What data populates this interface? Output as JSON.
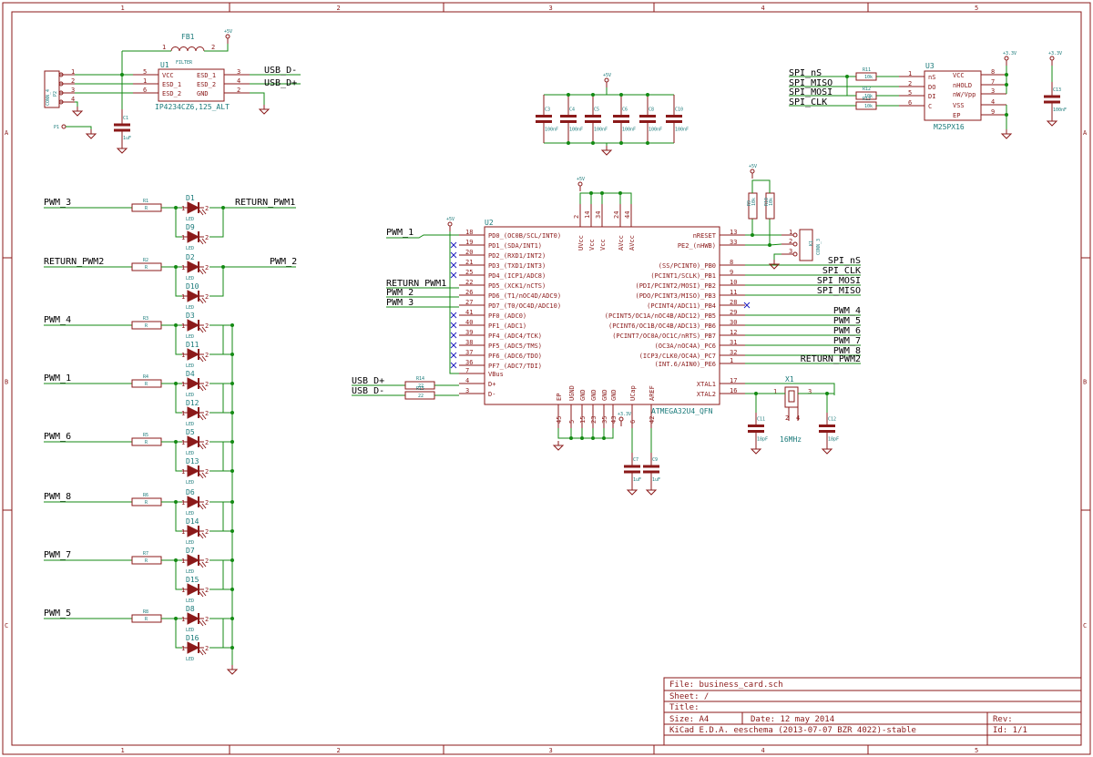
{
  "title_block": {
    "file": "File: business_card.sch",
    "sheet": "Sheet: /",
    "title": "Title:",
    "size": "Size: A4",
    "date": "Date: 12 may 2014",
    "rev": "Rev:",
    "tool": "KiCad E.D.A.  eeschema (2013-07-07 BZR 4022)-stable",
    "id": "Id: 1/1"
  },
  "border": {
    "cols": [
      "1",
      "2",
      "3",
      "4",
      "5"
    ],
    "rows": [
      "A",
      "B",
      "C"
    ]
  },
  "p2": {
    "ref": "P2",
    "value": "CONN_4",
    "pins": [
      "1",
      "2",
      "3",
      "4"
    ]
  },
  "p1": {
    "ref": "P1"
  },
  "fb1": {
    "ref": "FB1",
    "value": "FILTER",
    "pin1": "1",
    "pin2": "2"
  },
  "c1": {
    "ref": "C1",
    "value": "1uF"
  },
  "u1": {
    "ref": "U1",
    "value": "IP4234CZ6,125_ALT",
    "left_pins": [
      {
        "num": "5",
        "name": "VCC"
      },
      {
        "num": "1",
        "name": "ESD_1"
      },
      {
        "num": "6",
        "name": "ESD_2"
      }
    ],
    "right_pins": [
      {
        "num": "3",
        "name": "ESD_1"
      },
      {
        "num": "4",
        "name": "ESD_2"
      },
      {
        "num": "2",
        "name": "GND"
      }
    ],
    "net_d_minus": "USB_D-",
    "net_d_plus": "USB_D+"
  },
  "power": {
    "p5v": "+5V",
    "p33v": "+3.3V"
  },
  "decoupling": [
    {
      "ref": "C3",
      "value": "100nF"
    },
    {
      "ref": "C4",
      "value": "100nF"
    },
    {
      "ref": "C5",
      "value": "100nF"
    },
    {
      "ref": "C6",
      "value": "100nF"
    },
    {
      "ref": "C8",
      "value": "100nF"
    },
    {
      "ref": "C10",
      "value": "100nF"
    }
  ],
  "flash": {
    "ref": "U3",
    "value": "M25PX16",
    "left_pins": [
      {
        "num": "1",
        "name": "nS"
      },
      {
        "num": "2",
        "name": "DO"
      },
      {
        "num": "5",
        "name": "DI"
      },
      {
        "num": "6",
        "name": "C"
      }
    ],
    "right_pins": [
      {
        "num": "8",
        "name": "VCC"
      },
      {
        "num": "7",
        "name": "nHOLD"
      },
      {
        "num": "3",
        "name": "nW/Vpp"
      },
      {
        "num": "4",
        "name": "VSS"
      },
      {
        "num": "9",
        "name": "EP"
      }
    ],
    "nets": [
      "SPI_nS",
      "SPI_MISO",
      "SPI_MOSI",
      "SPI_CLK"
    ],
    "resistors": [
      {
        "ref": "R11",
        "value": "10k"
      },
      {
        "ref": "R12",
        "value": "10k"
      },
      {
        "ref": "R13",
        "value": "10k"
      }
    ],
    "cap": {
      "ref": "C13",
      "value": "100nF"
    }
  },
  "led_rows": [
    {
      "net": "PWM_3",
      "r": "R1",
      "rv": "R",
      "d1": "D1",
      "d2": "D9",
      "lbl": "LED",
      "out": "RETURN_PWM1"
    },
    {
      "net": "RETURN_PWM2",
      "r": "R2",
      "rv": "R",
      "d1": "D2",
      "d2": "D10",
      "lbl": "LED",
      "out": "PWM_2"
    },
    {
      "net": "PWM_4",
      "r": "R3",
      "rv": "R",
      "d1": "D3",
      "d2": "D11",
      "lbl": "LED",
      "out": ""
    },
    {
      "net": "PWM_1",
      "r": "R4",
      "rv": "R",
      "d1": "D4",
      "d2": "D12",
      "lbl": "LED",
      "out": ""
    },
    {
      "net": "PWM_6",
      "r": "R5",
      "rv": "R",
      "d1": "D5",
      "d2": "D13",
      "lbl": "LED",
      "out": ""
    },
    {
      "net": "PWM_8",
      "r": "R6",
      "rv": "R",
      "d1": "D6",
      "d2": "D14",
      "lbl": "LED",
      "out": ""
    },
    {
      "net": "PWM_7",
      "r": "R7",
      "rv": "R",
      "d1": "D7",
      "d2": "D15",
      "lbl": "LED",
      "out": ""
    },
    {
      "net": "PWM_5",
      "r": "R8",
      "rv": "R",
      "d1": "D8",
      "d2": "D16",
      "lbl": "LED",
      "out": ""
    }
  ],
  "mcu": {
    "ref": "U2",
    "value": "ATMEGA32U4_QFN",
    "left_pins": [
      {
        "num": "18",
        "name": "PD0_(OC0B/SCL/INT0)",
        "net": "PWM_1"
      },
      {
        "num": "19",
        "name": "PD1_(SDA/INT1)",
        "net": ""
      },
      {
        "num": "20",
        "name": "PD2_(RXD1/INT2)",
        "net": ""
      },
      {
        "num": "21",
        "name": "PD3_(TXD1/INT3)",
        "net": ""
      },
      {
        "num": "25",
        "name": "PD4_(ICP1/ADC8)",
        "net": ""
      },
      {
        "num": "22",
        "name": "PD5_(XCK1/nCTS)",
        "net": "RETURN_PWM1"
      },
      {
        "num": "26",
        "name": "PD6_(T1/nOC4D/ADC9)",
        "net": "PWM_2"
      },
      {
        "num": "27",
        "name": "PD7_(T0/OC4D/ADC10)",
        "net": "PWM_3"
      },
      {
        "num": "41",
        "name": "PF0_(ADC0)",
        "net": ""
      },
      {
        "num": "40",
        "name": "PF1_(ADC1)",
        "net": ""
      },
      {
        "num": "39",
        "name": "PF4_(ADC4/TCK)",
        "net": ""
      },
      {
        "num": "38",
        "name": "PF5_(ADC5/TMS)",
        "net": ""
      },
      {
        "num": "37",
        "name": "PF6_(ADC6/TDO)",
        "net": ""
      },
      {
        "num": "36",
        "name": "PF7_(ADC7/TDI)",
        "net": ""
      },
      {
        "num": "7",
        "name": "VBus",
        "net": ""
      },
      {
        "num": "4",
        "name": "D+",
        "net": "USB_D+"
      },
      {
        "num": "3",
        "name": "D-",
        "net": "USB_D-"
      }
    ],
    "right_pins": [
      {
        "num": "13",
        "name": "nRESET",
        "net": ""
      },
      {
        "num": "33",
        "name": "PE2_(nHWB)",
        "net": ""
      },
      {
        "num": "8",
        "name": "(SS/PCINT0)_PB0",
        "net": "SPI_nS"
      },
      {
        "num": "9",
        "name": "(PCINT1/SCLK)_PB1",
        "net": "SPI_CLK"
      },
      {
        "num": "10",
        "name": "(PDI/PCINT2/MOSI)_PB2",
        "net": "SPI_MOSI"
      },
      {
        "num": "11",
        "name": "(PDO/PCINT3/MISO)_PB3",
        "net": "SPI_MISO"
      },
      {
        "num": "28",
        "name": "(PCINT4/ADC11)_PB4",
        "net": ""
      },
      {
        "num": "29",
        "name": "(PCINT5/OC1A/nOC4B/ADC12)_PB5",
        "net": "PWM_4"
      },
      {
        "num": "30",
        "name": "(PCINT6/OC1B/OC4B/ADC13)_PB6",
        "net": "PWM_5"
      },
      {
        "num": "12",
        "name": "(PCINT7/OC0A/OC1C/nRTS)_PB7",
        "net": "PWM_6"
      },
      {
        "num": "31",
        "name": "(OC3A/nOC4A)_PC6",
        "net": "PWM_7"
      },
      {
        "num": "32",
        "name": "(ICP3/CLK0/OC4A)_PC7",
        "net": "PWM_8"
      },
      {
        "num": "1",
        "name": "(INT.6/AIN0)_PE6",
        "net": "RETURN_PWM2"
      },
      {
        "num": "17",
        "name": "XTAL1",
        "net": ""
      },
      {
        "num": "16",
        "name": "XTAL2",
        "net": ""
      }
    ],
    "top_pins": [
      {
        "num": "2",
        "name": "UVcc"
      },
      {
        "num": "14",
        "name": "Vcc"
      },
      {
        "num": "34",
        "name": "Vcc"
      },
      {
        "num": "24",
        "name": "AVcc"
      },
      {
        "num": "44",
        "name": "AVcc"
      }
    ],
    "bottom_pins": [
      {
        "num": "45",
        "name": "EP"
      },
      {
        "num": "5",
        "name": "UGND"
      },
      {
        "num": "15",
        "name": "GND"
      },
      {
        "num": "23",
        "name": "GND"
      },
      {
        "num": "35",
        "name": "GND"
      },
      {
        "num": "43",
        "name": "GND"
      },
      {
        "num": "6",
        "name": "UCap"
      },
      {
        "num": "42",
        "name": "AREF"
      }
    ],
    "usb_res": [
      {
        "ref": "R14",
        "value": "22"
      },
      {
        "ref": "R15",
        "value": "22"
      }
    ],
    "ucap": {
      "ref": "C7",
      "value": "1uF"
    },
    "aref": {
      "ref": "C9",
      "value": "1uF"
    }
  },
  "reset": {
    "r9": {
      "ref": "R9",
      "value": "10k"
    },
    "r10": {
      "ref": "R10",
      "value": "10k"
    },
    "k1": {
      "ref": "K1",
      "value": "CONN_3",
      "pins": [
        "1",
        "2",
        "3"
      ]
    }
  },
  "crystal": {
    "ref": "X1",
    "value": "16MHz",
    "pins": [
      "1",
      "3",
      "2",
      "4"
    ],
    "c11": {
      "ref": "C11",
      "value": "18pF"
    },
    "c12": {
      "ref": "C12",
      "value": "18pF"
    }
  }
}
